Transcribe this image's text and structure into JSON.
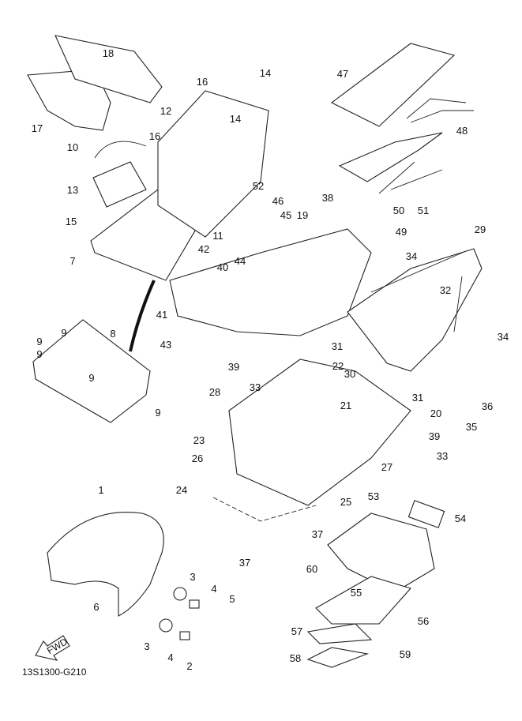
{
  "diagram": {
    "drawing_code": "13S1300-G210",
    "fwd_arrow_label": "FWD",
    "callouts": [
      "18",
      "17",
      "10",
      "13",
      "15",
      "7",
      "16",
      "12",
      "16",
      "14",
      "14",
      "52",
      "11",
      "47",
      "48",
      "46",
      "45",
      "38",
      "19",
      "50",
      "51",
      "49",
      "29",
      "34",
      "32",
      "34",
      "36",
      "35",
      "42",
      "40",
      "44",
      "41",
      "43",
      "9",
      "8",
      "9",
      "9",
      "9",
      "9",
      "31",
      "39",
      "33",
      "22",
      "30",
      "31",
      "21",
      "20",
      "28",
      "23",
      "39",
      "33",
      "26",
      "27",
      "24",
      "25",
      "53",
      "54",
      "1",
      "37",
      "37",
      "60",
      "55",
      "3",
      "4",
      "5",
      "6",
      "56",
      "3",
      "4",
      "2",
      "57",
      "58",
      "59"
    ]
  }
}
